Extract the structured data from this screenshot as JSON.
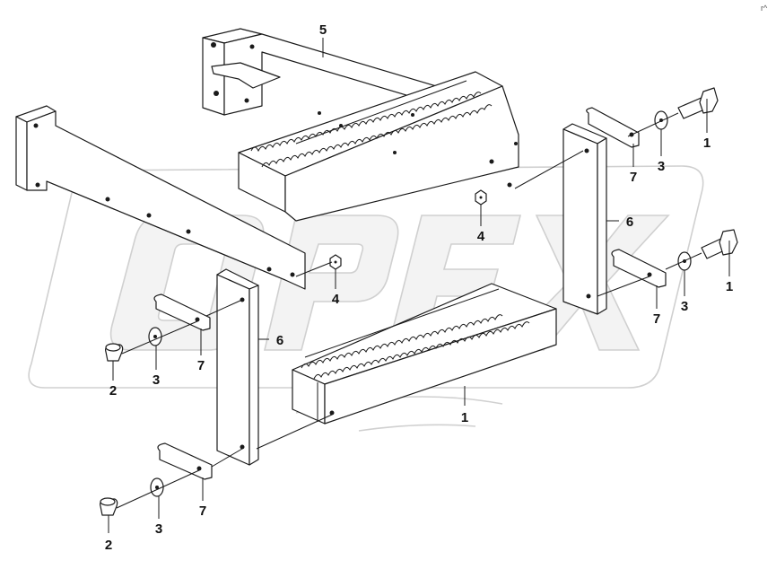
{
  "corner_mark": "r^",
  "watermark": {
    "text": "OPEX"
  },
  "callouts": {
    "c1_top": "1",
    "c1_mid": "1",
    "c1_step": "1",
    "c2_mid": "2",
    "c2_low": "2",
    "c3_top": "3",
    "c3_right": "3",
    "c3_mid": "3",
    "c3_low": "3",
    "c4_upper": "4",
    "c4_lower": "4",
    "c5_bracket": "5",
    "c6_right": "6",
    "c6_left": "6",
    "c7_top": "7",
    "c7_right": "7",
    "c7_mid": "7",
    "c7_low": "7"
  }
}
